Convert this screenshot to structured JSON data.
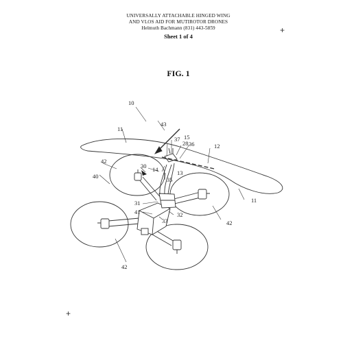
{
  "header": {
    "title_line1": "UNIVERSALLY ATTACHABLE HINGED WING",
    "title_line2": "AND VLOS AID FOR MUTIROTOR DRONES",
    "inventor_line": "Helmuth Bachmann  (831) 443-5859",
    "sheet": "Sheet 1 of 4"
  },
  "figure": {
    "label": "FIG. 1"
  },
  "reference_numerals": {
    "r10": "10",
    "r11a": "11",
    "r11b": "11",
    "r12": "12",
    "r13": "13",
    "r14": "14",
    "r15": "15",
    "r28": "28",
    "r30": "30",
    "r31": "31",
    "r32": "32",
    "r33": "33",
    "r35": "35",
    "r36": "36",
    "r37": "37",
    "r40": "40",
    "r41": "41",
    "r42a": "42",
    "r42b": "42",
    "r42c": "42",
    "r43": "43"
  },
  "crop_marks": {
    "top_right": "+",
    "bottom_left": "+"
  }
}
